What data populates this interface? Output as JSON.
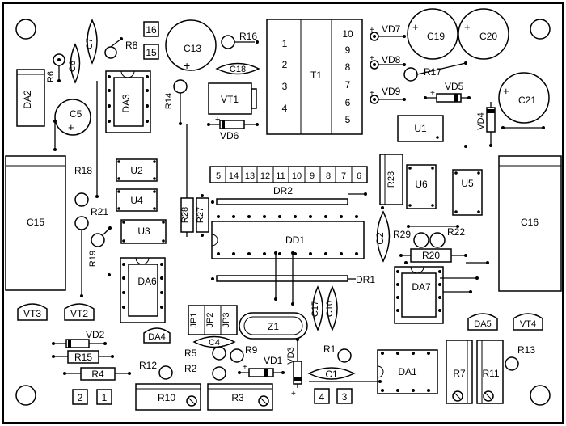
{
  "board": {
    "ics": {
      "DA2": "DA2",
      "DA3": "DA3",
      "DA6": "DA6",
      "DA7": "DA7",
      "DA1": "DA1",
      "DD1": "DD1",
      "U1": "U1",
      "U2": "U2",
      "U3": "U3",
      "U4": "U4",
      "U5": "U5",
      "U6": "U6",
      "T1": "T1",
      "VT1": "VT1",
      "Z1": "Z1",
      "DR1": "DR1",
      "DR2": "DR2"
    },
    "t1_pins": [
      "1",
      "2",
      "3",
      "4",
      "10",
      "9",
      "8",
      "7",
      "6",
      "5"
    ],
    "dr2_pins": [
      "5",
      "14",
      "13",
      "12",
      "11",
      "10",
      "9",
      "8",
      "7",
      "6"
    ],
    "capacitors": {
      "C5": "C5",
      "C6": "C6",
      "C7": "C7",
      "C13": "C13",
      "C18": "C18",
      "C19": "C19",
      "C20": "C20",
      "C21": "C21",
      "C2": "C2",
      "C15": "C15",
      "C16": "C16",
      "C17": "C17",
      "C10": "C10",
      "C4": "C4",
      "C1": "C1"
    },
    "resistors": {
      "R1": "R1",
      "R2": "R2",
      "R3": "R3",
      "R4": "R4",
      "R5": "R5",
      "R6": "R6",
      "R7": "R7",
      "R8": "R8",
      "R9": "R9",
      "R10": "R10",
      "R11": "R11",
      "R12": "R12",
      "R13": "R13",
      "R14": "R14",
      "R15": "R15",
      "R16": "R16",
      "R17": "R17",
      "R18": "R18",
      "R19": "R19",
      "R20": "R20",
      "R21": "R21",
      "R22": "R22",
      "R23": "R23",
      "R27": "R27",
      "R28": "R28",
      "R29": "R29"
    },
    "diodes": {
      "VD1": "VD1",
      "VD2": "VD2",
      "VD3": "VD3",
      "VD4": "VD4",
      "VD5": "VD5",
      "VD6": "VD6",
      "VD7": "VD7",
      "VD8": "VD8",
      "VD9": "VD9"
    },
    "transistors": {
      "VT2": "VT2",
      "VT3": "VT3",
      "VT4": "VT4",
      "DA4": "DA4",
      "DA5": "DA5"
    },
    "jumpers": [
      "JP1",
      "JP2",
      "JP3"
    ],
    "pads": {
      "p15": "15",
      "p16": "16",
      "p1": "1",
      "p2": "2",
      "p3": "3",
      "p4": "4"
    },
    "polarity_mark": "+"
  }
}
